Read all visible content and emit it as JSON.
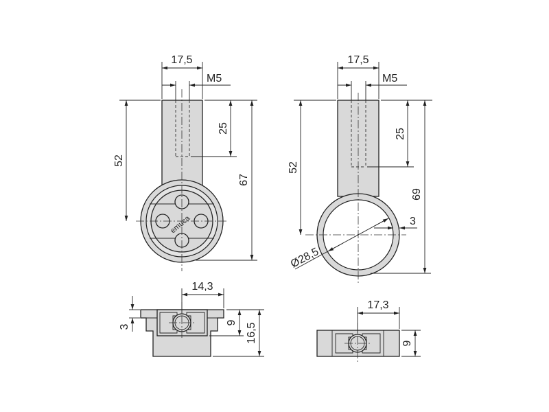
{
  "drawing": {
    "front_view_left": {
      "width": "17,5",
      "thread": "M5",
      "center_height": "52",
      "thread_depth": "25",
      "total_height": "67",
      "logo": "emuca"
    },
    "front_view_right": {
      "width": "17,5",
      "thread": "M5",
      "center_height": "52",
      "thread_depth": "25",
      "total_height": "69",
      "diameter": "Ø28,5",
      "wall": "3"
    },
    "bottom_view_left": {
      "half_width": "14,3",
      "flange": "3",
      "inner_height": "9",
      "total_height": "16,5"
    },
    "bottom_view_right": {
      "half_width": "17,3",
      "height": "9"
    }
  }
}
